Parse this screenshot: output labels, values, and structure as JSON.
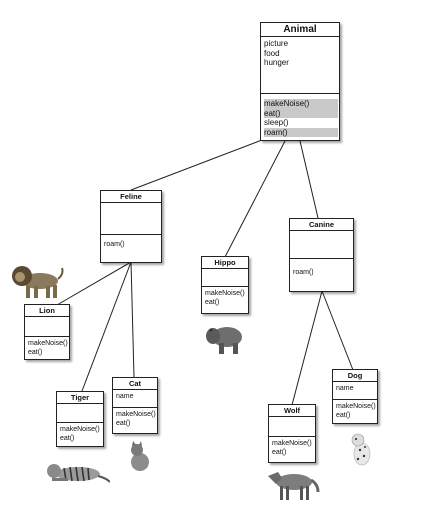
{
  "animal": {
    "name": "Animal",
    "fields": [
      "picture",
      "food",
      "hunger"
    ],
    "methods": [
      "makeNoise()",
      "eat()",
      "sleep()",
      "roam()"
    ]
  },
  "feline": {
    "name": "Feline",
    "fields": [],
    "methods": [
      "roam()"
    ]
  },
  "hippo": {
    "name": "Hippo",
    "fields": [],
    "methods": [
      "makeNoise()",
      "eat()"
    ]
  },
  "canine": {
    "name": "Canine",
    "fields": [],
    "methods": [
      "roam()"
    ]
  },
  "lion": {
    "name": "Lion",
    "fields": [],
    "methods": [
      "makeNoise()",
      "eat()"
    ]
  },
  "tiger": {
    "name": "Tiger",
    "fields": [],
    "methods": [
      "makeNoise()",
      "eat()"
    ]
  },
  "cat": {
    "name": "Cat",
    "fields": [
      "name"
    ],
    "methods": [
      "makeNoise()",
      "eat()"
    ]
  },
  "wolf": {
    "name": "Wolf",
    "fields": [],
    "methods": [
      "makeNoise()",
      "eat()"
    ]
  },
  "dog": {
    "name": "Dog",
    "fields": [
      "name"
    ],
    "methods": [
      "makeNoise()",
      "eat()"
    ]
  },
  "icons": [
    "lion-icon",
    "hippo-icon",
    "tiger-icon",
    "cat-icon",
    "wolf-icon",
    "dog-icon"
  ]
}
